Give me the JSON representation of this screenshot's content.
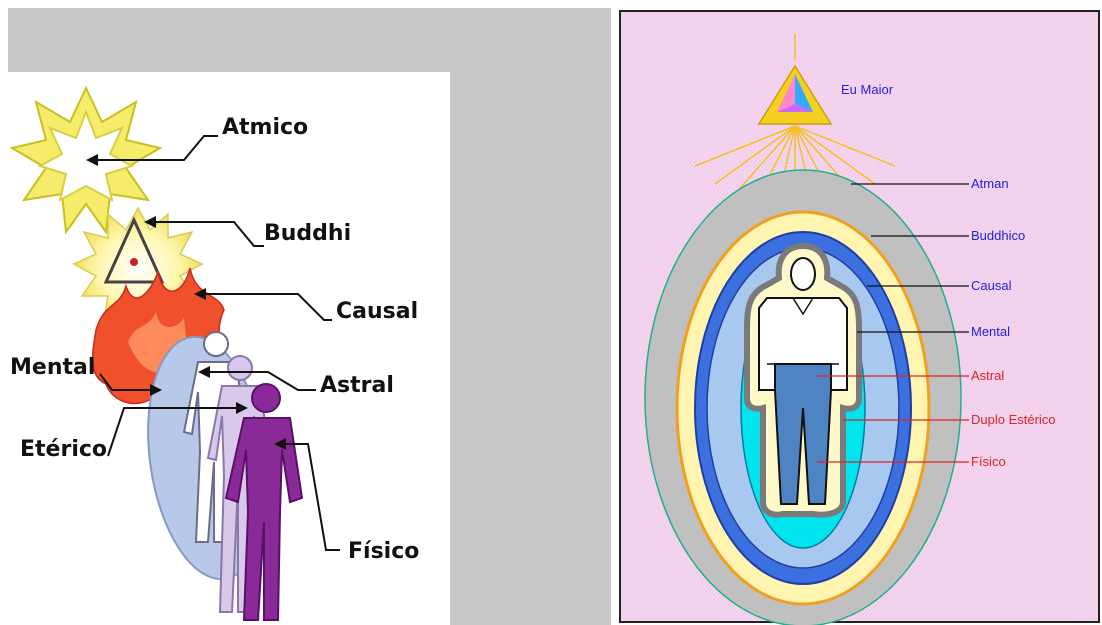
{
  "left_diagram": {
    "labels": {
      "atmico": "Atmico",
      "buddhi": "Buddhi",
      "causal": "Causal",
      "mental": "Mental",
      "astral": "Astral",
      "eterico": "Etérico",
      "fisico": "Físico"
    }
  },
  "right_diagram": {
    "labels": {
      "eu_maior": "Eu Maior",
      "atman": "Atman",
      "buddhico": "Buddhico",
      "causal": "Causal",
      "mental": "Mental",
      "astral": "Astral",
      "duplo_esterico": "Duplo Estérico",
      "fisico": "Físico"
    },
    "colors": {
      "label_blue": "#2222dd",
      "label_red": "#dd2222",
      "background": "#f6d6f0",
      "atman_layer": "#bdbdbd",
      "buddhico_layer": "#fff2a8",
      "causal_layer": "#3c6fe0",
      "mental_layer": "#a8c8f0",
      "astral_layer": "#00e0f0",
      "etheric_layer": "#fff8c8"
    }
  }
}
